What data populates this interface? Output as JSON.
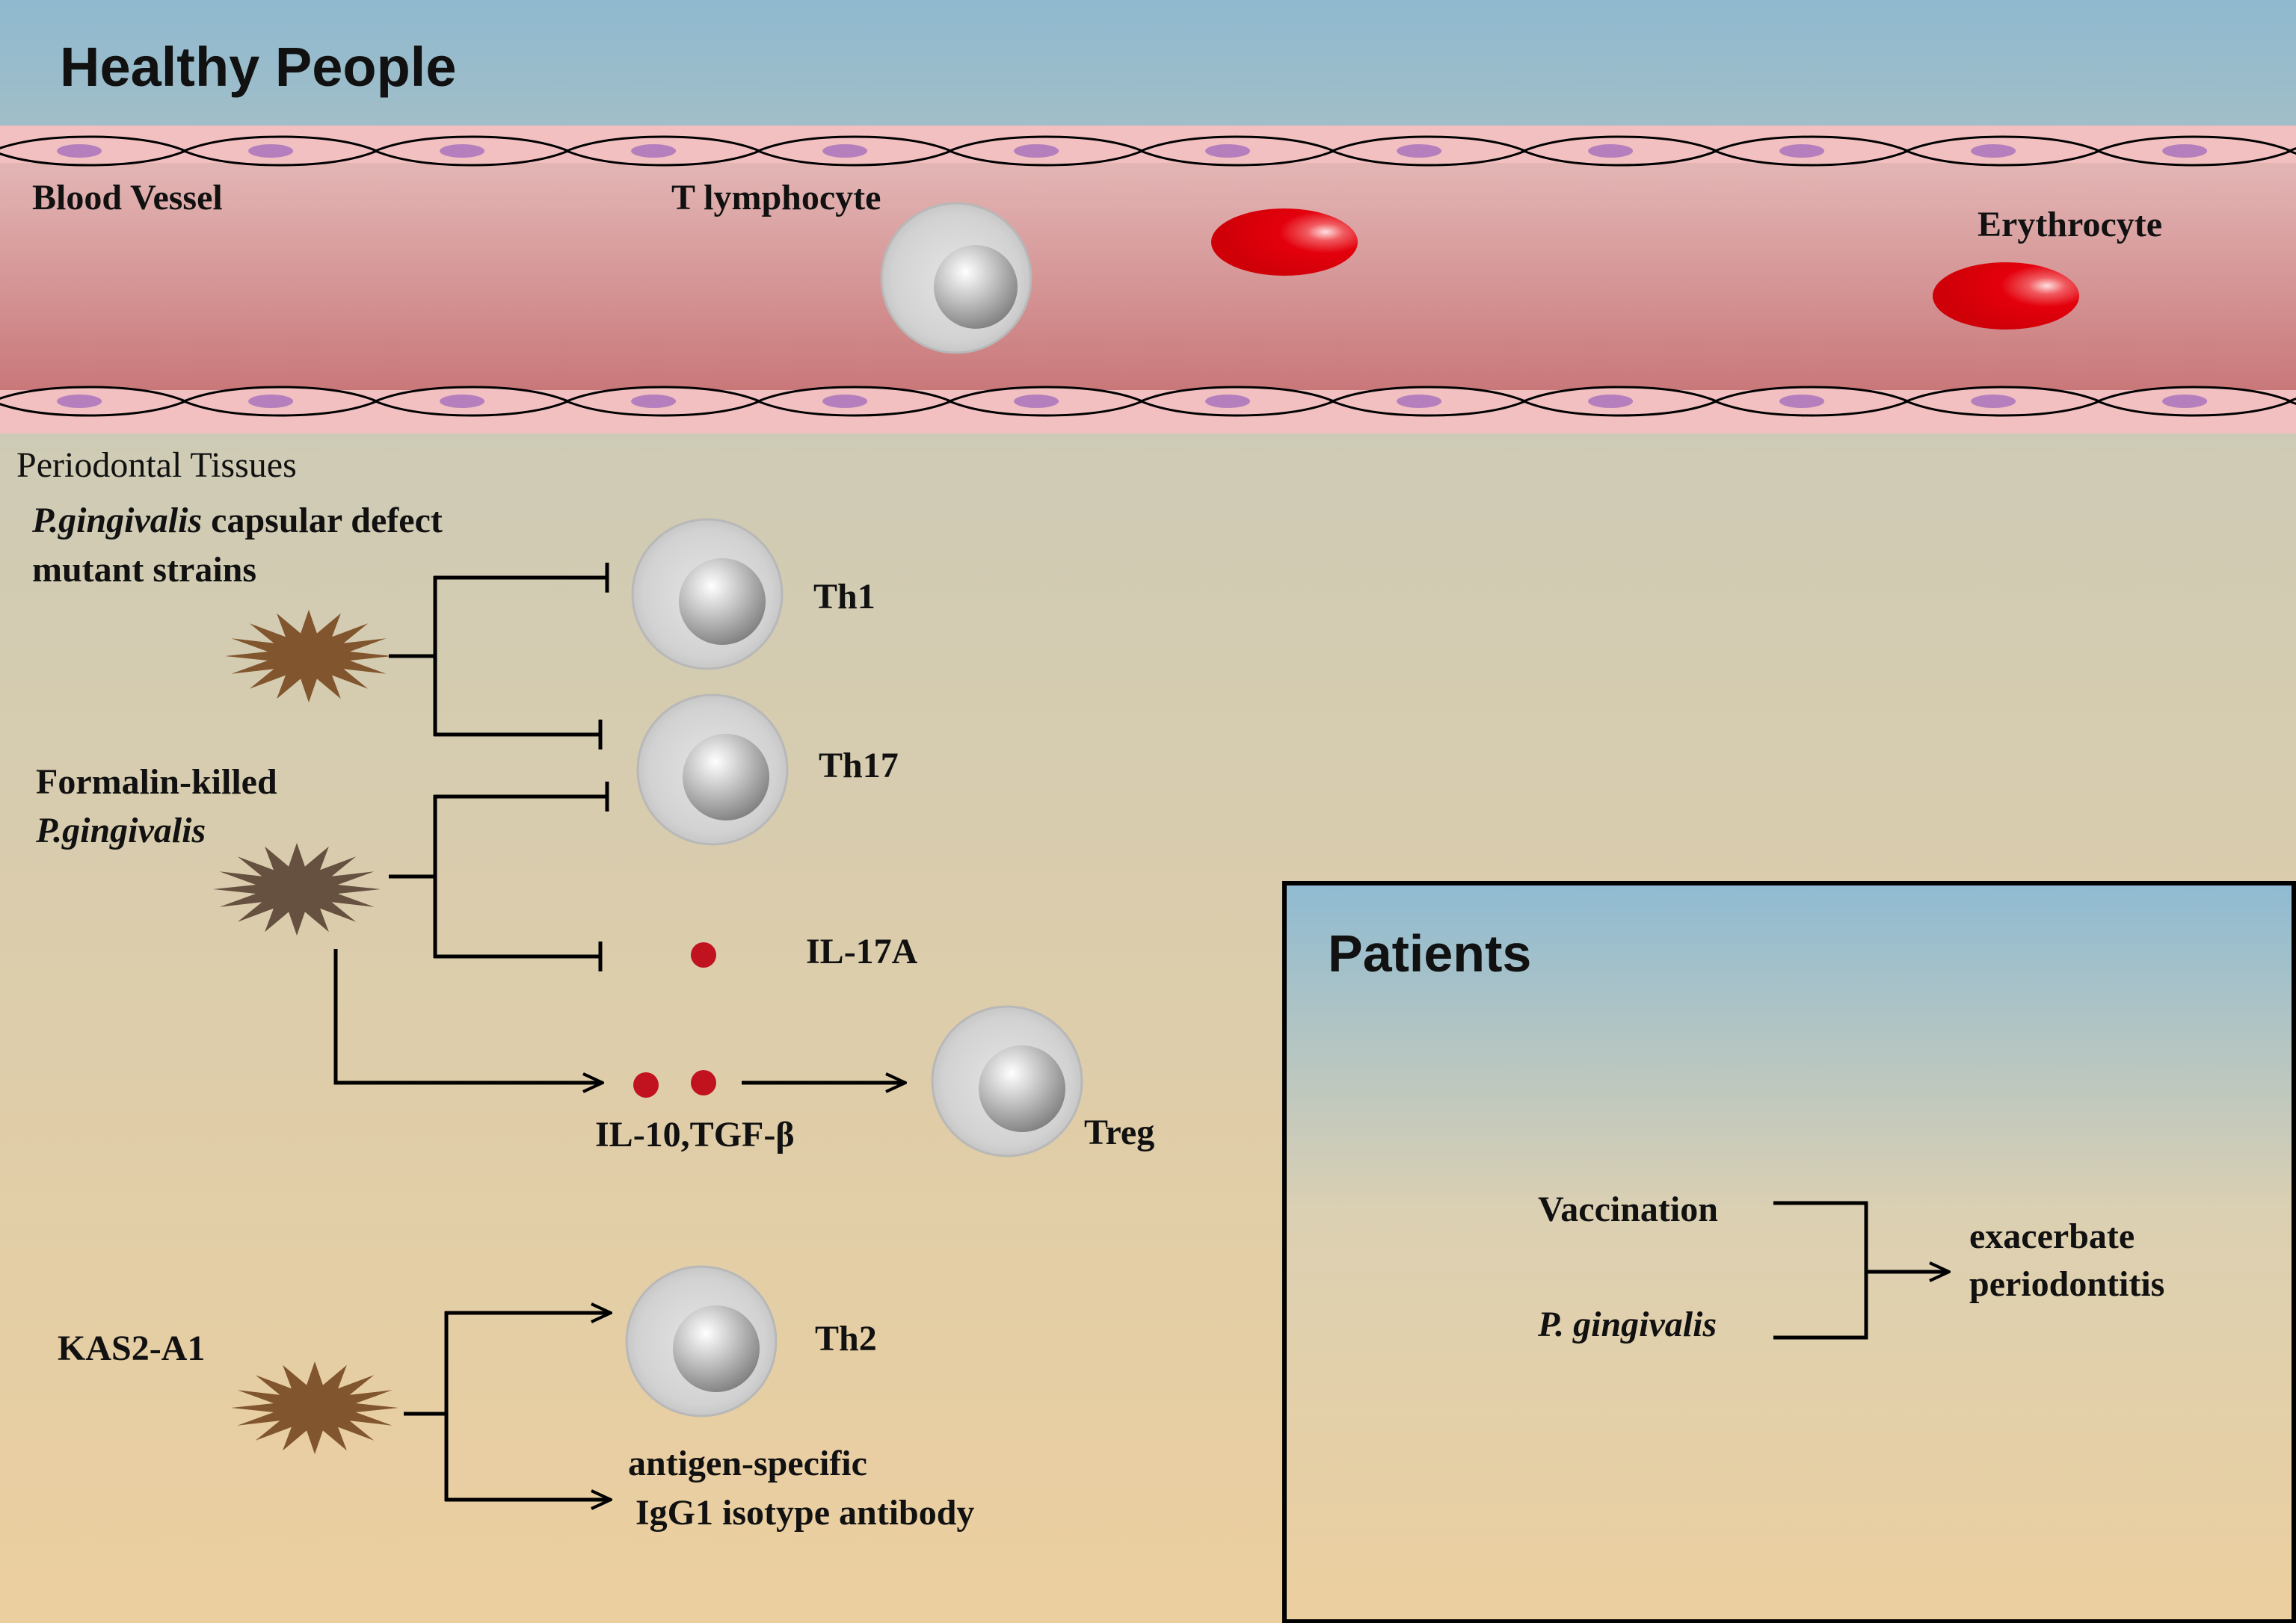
{
  "colors": {
    "sky": "#8fb9cf",
    "tissue_top": "#cfcbb5",
    "tissue_bottom": "#eccf9f",
    "vessel_top": "#e0b0b0",
    "vessel_bottom": "#cc7a7b",
    "endothelial": "#f2c0c1",
    "nucleus": "#b57fbd",
    "erythrocyte": "#e0000b",
    "lymphocyte": "#d3d3d3",
    "cytokine": "#c1121f",
    "bacterium_brown": "#81552d",
    "bacterium_dark": "#66503f",
    "bacterium_black": "#000000"
  },
  "healthy": {
    "title": "Healthy People",
    "blood_vessel": "Blood Vessel",
    "t_lymphocyte": "T lymphocyte",
    "erythrocyte": "Erythrocyte",
    "periodontal_tissues": "Periodontal Tissues",
    "capsular_mutant_italic": "P.gingivalis",
    "capsular_mutant_rest": " capsular defect",
    "capsular_mutant_line2": "mutant strains",
    "formalin_line1": "Formalin-killed",
    "formalin_line2": "P.gingivalis",
    "th1": "Th1",
    "th17": "Th17",
    "il17a": "IL-17A",
    "il10_tgfb": "IL-10,TGF-β",
    "treg": "Treg",
    "kas2": "KAS2-A1",
    "th2": "Th2",
    "antibody_line1": "antigen-specific",
    "antibody_line2": "IgG1 isotype antibody"
  },
  "patients": {
    "title": "Patients",
    "vaccination": "Vaccination",
    "pgingivalis": "P. gingivalis",
    "outcome_line1": "exacerbate",
    "outcome_line2": "periodontitis"
  }
}
